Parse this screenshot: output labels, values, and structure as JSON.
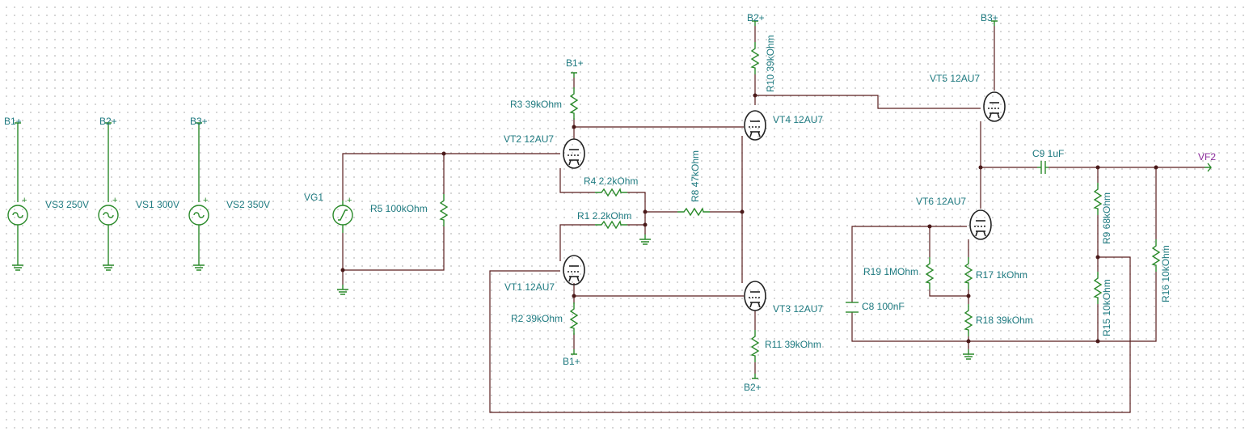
{
  "labels": {
    "b1_vs3": "B1+",
    "b2_vs1": "B2+",
    "b3_vs2": "B3+",
    "vs3": "VS3 250V",
    "vs1": "VS1 300V",
    "vs2": "VS2 350V",
    "vg1": "VG1",
    "r5": "R5 100kOhm",
    "b1_r3": "B1+",
    "r3": "R3 39kOhm",
    "vt2": "VT2 12AU7",
    "r4": "R4 2.2kOhm",
    "r1": "R1 2.2kOhm",
    "r8": "R8 47kOhm",
    "vt1": "VT1 12AU7",
    "r2": "R2 39kOhm",
    "b1_r2": "B1+",
    "b2_r10": "B2+",
    "r10": "R10 39kOhm",
    "vt4": "VT4 12AU7",
    "vt3": "VT3 12AU7",
    "r11": "R11 39kOhm",
    "b2_r11": "B2+",
    "b3_vt5": "B3+",
    "vt5": "VT5 12AU7",
    "c9": "C9 1uF",
    "vf2": "VF2",
    "vt6": "VT6 12AU7",
    "r19": "R19 1MOhm",
    "r17": "R17 1kOhm",
    "c8": "C8 100nF",
    "r18": "R18 39kOhm",
    "r9": "R9 68kOhm",
    "r15": "R15 10kOhm",
    "r16": "R16 10kOhm"
  },
  "plus_sign": "+"
}
